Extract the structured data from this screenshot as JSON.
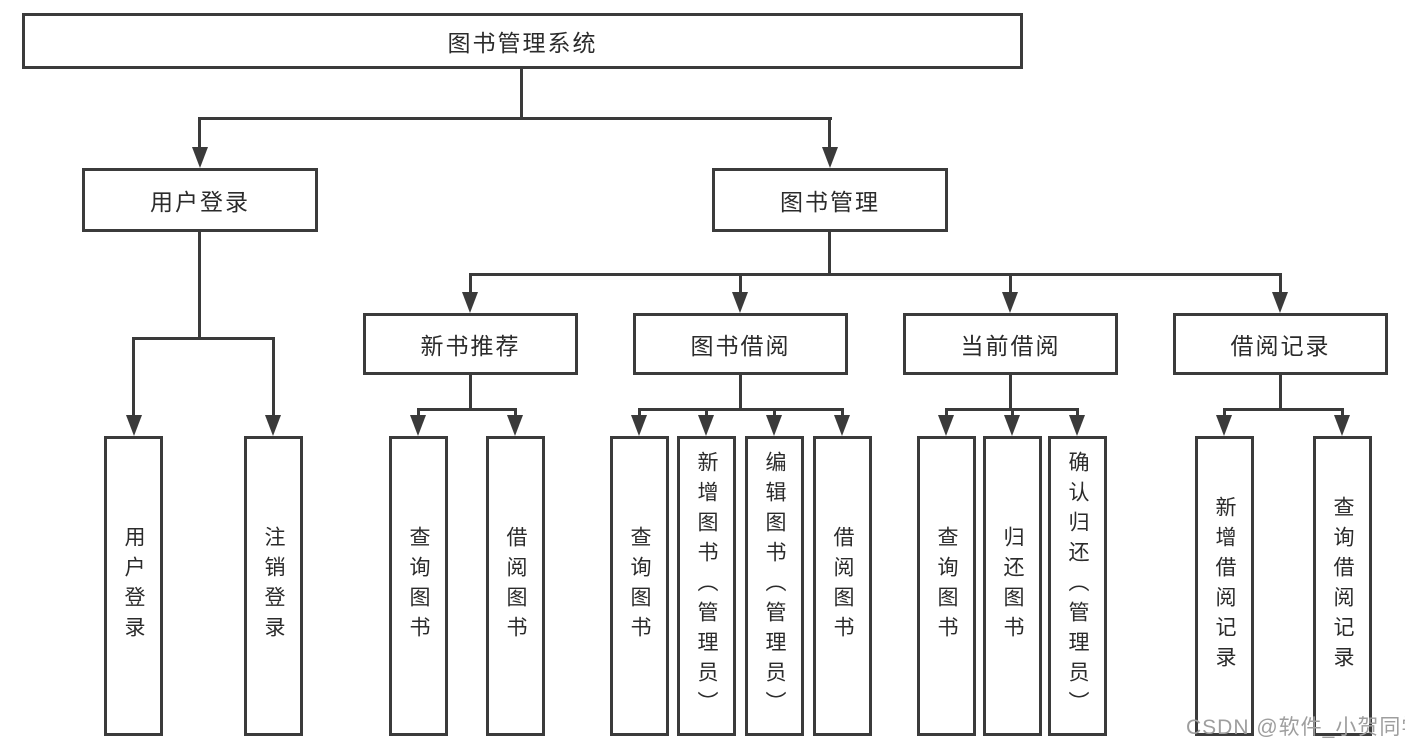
{
  "colors": {
    "background": "#ffffff",
    "box_border": "#3b3b3b",
    "connector": "#3a3a3a",
    "text": "#2b2b2b",
    "watermark_text": "#9e9e9e"
  },
  "diagram": {
    "root": {
      "label": "图书管理系统"
    },
    "branches": [
      {
        "label": "用户登录",
        "children": [
          {
            "label": "用户登录"
          },
          {
            "label": "注销登录"
          }
        ]
      },
      {
        "label": "图书管理",
        "children": [
          {
            "label": "新书推荐",
            "children": [
              {
                "label": "查询图书"
              },
              {
                "label": "借阅图书"
              }
            ]
          },
          {
            "label": "图书借阅",
            "children": [
              {
                "label": "查询图书"
              },
              {
                "label": "新增图书（管理员）"
              },
              {
                "label": "编辑图书（管理员）"
              },
              {
                "label": "借阅图书"
              }
            ]
          },
          {
            "label": "当前借阅",
            "children": [
              {
                "label": "查询图书"
              },
              {
                "label": "归还图书"
              },
              {
                "label": "确认归还（管理员）"
              }
            ]
          },
          {
            "label": "借阅记录",
            "children": [
              {
                "label": "新增借阅记录"
              },
              {
                "label": "查询借阅记录"
              }
            ]
          }
        ]
      }
    ]
  },
  "watermark": {
    "text": "CSDN @软件_小贺同学"
  }
}
